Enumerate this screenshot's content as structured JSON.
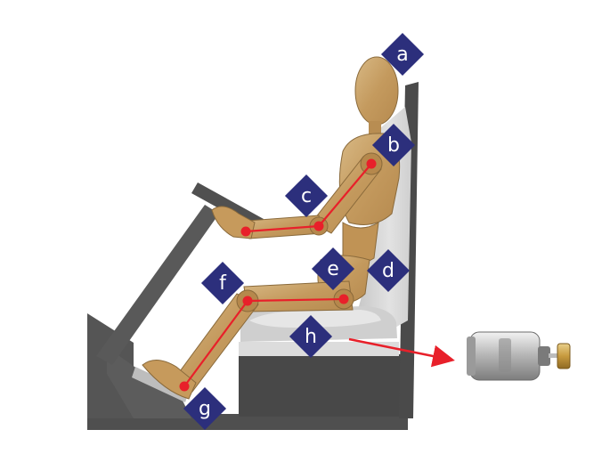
{
  "labels": {
    "head": "a",
    "shoulder": "b",
    "elbow": "c",
    "backrest": "d",
    "hip": "e",
    "knee": "f",
    "ankle": "g",
    "seat_cushion": "h"
  },
  "colors": {
    "label_fill": "#2c2f7c",
    "joint": "#e8202a",
    "link": "#e8202a",
    "arrow": "#e8202a",
    "frame": "#505050",
    "seat": "#d8d8d8",
    "wood": "#c8a571"
  },
  "items": {
    "motor": "dc-motor-icon"
  }
}
